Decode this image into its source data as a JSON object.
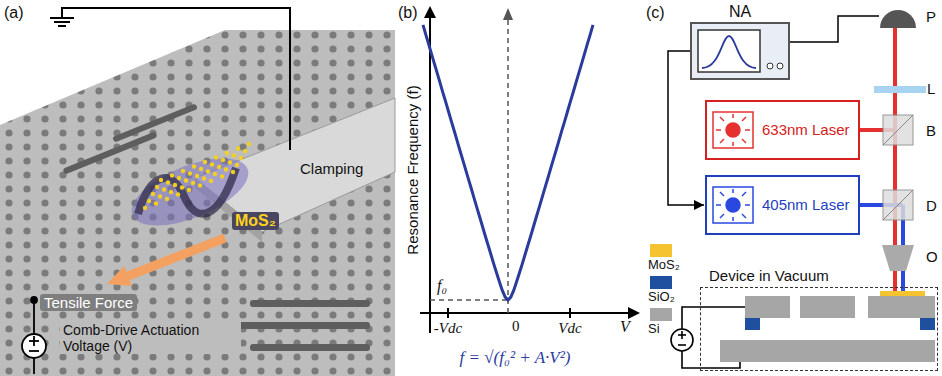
{
  "diagram": {
    "nodes": [
      {
        "text": [
          "NA"
        ]
      },
      {
        "text": [
          "633nm Laser"
        ]
      },
      {
        "text": [
          "405nm Laser"
        ]
      },
      {
        "text": [
          "Device in Vacuum"
        ]
      }
    ],
    "edges": [
      {
        "from": 0,
        "to": 2,
        "arrow": "to"
      }
    ],
    "labels": [
      "(a)",
      "Clamping",
      "MoS₂",
      "Tensile Force",
      "Comb-Drive Actuation Voltage (V)",
      "(b)",
      "Resonance Frequency (f)",
      "f₀",
      "-Vdc",
      "0",
      "Vdc",
      "V",
      "f = √(f₀² + A·V²)",
      "(c)",
      "P",
      "L",
      "B",
      "D",
      "O"
    ],
    "legend": [
      {
        "text": "MoS₂",
        "color": "#f5c230"
      },
      {
        "text": "SiO₂",
        "color": "#1f4f9f"
      },
      {
        "text": "Si",
        "color": "#a6a6a6"
      }
    ]
  }
}
